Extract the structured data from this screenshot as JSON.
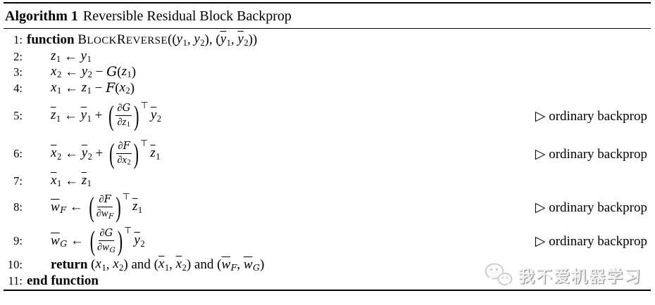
{
  "caption": {
    "label": "Algorithm 1",
    "title": "Reversible Residual Block Backprop"
  },
  "colors": {
    "text": "#000000",
    "rule": "#000000",
    "watermark": "#f1f1f1"
  },
  "watermark": {
    "icon": "wechat-icon",
    "text": "我不爱机器学习"
  },
  "algorithm": {
    "comment_label": "▷ ordinary backprop",
    "lines": [
      {
        "num": "1:",
        "indent": 0,
        "comment": "",
        "tokens": [
          {
            "k": "kw",
            "v": "function "
          },
          {
            "k": "sc",
            "v": "BlockReverse"
          },
          {
            "k": "op",
            "v": "(("
          },
          {
            "k": "var",
            "v": "y",
            "sub": "1"
          },
          {
            "k": "op",
            "v": ", "
          },
          {
            "k": "var",
            "v": "y",
            "sub": "2"
          },
          {
            "k": "op",
            "v": "), ("
          },
          {
            "k": "var",
            "v": "y",
            "sub": "1",
            "bar": true
          },
          {
            "k": "op",
            "v": ", "
          },
          {
            "k": "var",
            "v": "y",
            "sub": "2",
            "bar": true
          },
          {
            "k": "op",
            "v": "))"
          }
        ]
      },
      {
        "num": "2:",
        "indent": 1,
        "comment": "",
        "tokens": [
          {
            "k": "var",
            "v": "z",
            "sub": "1"
          },
          {
            "k": "op",
            "v": " ← "
          },
          {
            "k": "var",
            "v": "y",
            "sub": "1"
          }
        ]
      },
      {
        "num": "3:",
        "indent": 1,
        "comment": "",
        "tokens": [
          {
            "k": "var",
            "v": "x",
            "sub": "2"
          },
          {
            "k": "op",
            "v": " ← "
          },
          {
            "k": "var",
            "v": "y",
            "sub": "2"
          },
          {
            "k": "op",
            "v": " − "
          },
          {
            "k": "var",
            "v": "G",
            "cal": true
          },
          {
            "k": "op",
            "v": "("
          },
          {
            "k": "var",
            "v": "z",
            "sub": "1"
          },
          {
            "k": "op",
            "v": ")"
          }
        ]
      },
      {
        "num": "4:",
        "indent": 1,
        "comment": "",
        "tokens": [
          {
            "k": "var",
            "v": "x",
            "sub": "1"
          },
          {
            "k": "op",
            "v": " ← "
          },
          {
            "k": "var",
            "v": "z",
            "sub": "1"
          },
          {
            "k": "op",
            "v": " − "
          },
          {
            "k": "var",
            "v": "F",
            "cal": true
          },
          {
            "k": "op",
            "v": "("
          },
          {
            "k": "var",
            "v": "x",
            "sub": "2"
          },
          {
            "k": "op",
            "v": ")"
          }
        ]
      },
      {
        "num": "5:",
        "indent": 1,
        "comment": "▷ ordinary backprop",
        "tokens": [
          {
            "k": "var",
            "v": "z",
            "sub": "1",
            "bar": true
          },
          {
            "k": "op",
            "v": " ← "
          },
          {
            "k": "var",
            "v": "y",
            "sub": "1",
            "bar": true
          },
          {
            "k": "op",
            "v": " + "
          },
          {
            "k": "pfrac",
            "sup": "⊤",
            "num": [
              {
                "k": "var",
                "v": "∂"
              },
              {
                "k": "var",
                "v": "G",
                "cal": true
              }
            ],
            "den": [
              {
                "k": "var",
                "v": "∂"
              },
              {
                "k": "var",
                "v": "z",
                "sub": "1"
              }
            ]
          },
          {
            "k": "var",
            "v": "y",
            "sub": "2",
            "bar": true
          }
        ]
      },
      {
        "num": "6:",
        "indent": 1,
        "comment": "▷ ordinary backprop",
        "tokens": [
          {
            "k": "var",
            "v": "x",
            "sub": "2",
            "bar": true
          },
          {
            "k": "op",
            "v": " ← "
          },
          {
            "k": "var",
            "v": "y",
            "sub": "2",
            "bar": true
          },
          {
            "k": "op",
            "v": " + "
          },
          {
            "k": "pfrac",
            "sup": "⊤",
            "num": [
              {
                "k": "var",
                "v": "∂"
              },
              {
                "k": "var",
                "v": "F",
                "cal": true
              }
            ],
            "den": [
              {
                "k": "var",
                "v": "∂"
              },
              {
                "k": "var",
                "v": "x",
                "sub": "2"
              }
            ]
          },
          {
            "k": "var",
            "v": "z",
            "sub": "1",
            "bar": true
          }
        ]
      },
      {
        "num": "7:",
        "indent": 1,
        "comment": "",
        "tokens": [
          {
            "k": "var",
            "v": "x",
            "sub": "1",
            "bar": true
          },
          {
            "k": "op",
            "v": " ← "
          },
          {
            "k": "var",
            "v": "z",
            "sub": "1",
            "bar": true
          }
        ]
      },
      {
        "num": "8:",
        "indent": 1,
        "comment": "▷ ordinary backprop",
        "tokens": [
          {
            "k": "var",
            "v": "w",
            "bar": true,
            "sub": "F",
            "subcal": true
          },
          {
            "k": "op",
            "v": " ← "
          },
          {
            "k": "pfrac",
            "sup": "⊤",
            "num": [
              {
                "k": "var",
                "v": "∂"
              },
              {
                "k": "var",
                "v": "F",
                "cal": true
              }
            ],
            "den": [
              {
                "k": "var",
                "v": "∂"
              },
              {
                "k": "var",
                "v": "w",
                "sub": "F",
                "subcal": true
              }
            ]
          },
          {
            "k": "var",
            "v": "z",
            "sub": "1",
            "bar": true
          }
        ]
      },
      {
        "num": "9:",
        "indent": 1,
        "comment": "▷ ordinary backprop",
        "tokens": [
          {
            "k": "var",
            "v": "w",
            "bar": true,
            "sub": "G",
            "subcal": true
          },
          {
            "k": "op",
            "v": " ← "
          },
          {
            "k": "pfrac",
            "sup": "⊤",
            "num": [
              {
                "k": "var",
                "v": "∂"
              },
              {
                "k": "var",
                "v": "G",
                "cal": true
              }
            ],
            "den": [
              {
                "k": "var",
                "v": "∂"
              },
              {
                "k": "var",
                "v": "w",
                "sub": "G",
                "subcal": true
              }
            ]
          },
          {
            "k": "var",
            "v": "y",
            "sub": "2",
            "bar": true
          }
        ]
      },
      {
        "num": "10:",
        "indent": 1,
        "comment": "",
        "tokens": [
          {
            "k": "kw",
            "v": "return "
          },
          {
            "k": "op",
            "v": "("
          },
          {
            "k": "var",
            "v": "x",
            "sub": "1"
          },
          {
            "k": "op",
            "v": ", "
          },
          {
            "k": "var",
            "v": "x",
            "sub": "2"
          },
          {
            "k": "op",
            "v": ") "
          },
          {
            "k": "rm",
            "v": "and"
          },
          {
            "k": "op",
            "v": " ("
          },
          {
            "k": "var",
            "v": "x",
            "sub": "1",
            "bar": true
          },
          {
            "k": "op",
            "v": ", "
          },
          {
            "k": "var",
            "v": "x",
            "sub": "2",
            "bar": true
          },
          {
            "k": "op",
            "v": ") "
          },
          {
            "k": "rm",
            "v": "and"
          },
          {
            "k": "op",
            "v": " ("
          },
          {
            "k": "var",
            "v": "w",
            "bar": true,
            "sub": "F",
            "subcal": true
          },
          {
            "k": "op",
            "v": ", "
          },
          {
            "k": "var",
            "v": "w",
            "bar": true,
            "sub": "G",
            "subcal": true
          },
          {
            "k": "op",
            "v": ")"
          }
        ]
      },
      {
        "num": "11:",
        "indent": 0,
        "comment": "",
        "tokens": [
          {
            "k": "kw",
            "v": "end function"
          }
        ]
      }
    ]
  }
}
